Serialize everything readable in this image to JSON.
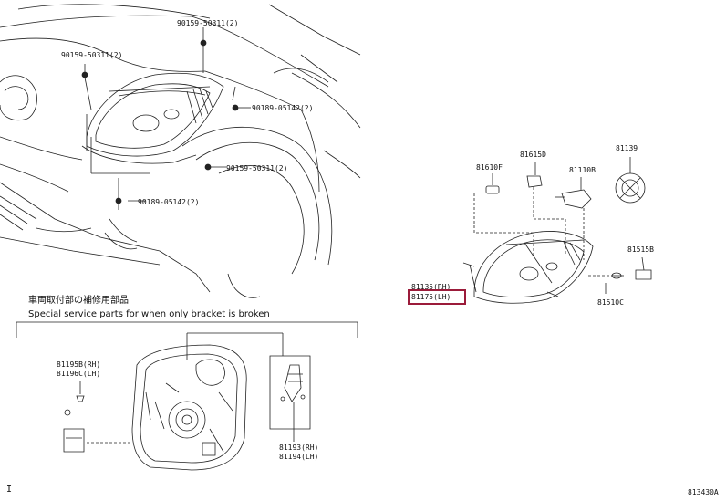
{
  "section_title_jp": "車両取付部の補修用部品",
  "section_title_en": "Special service parts for when only bracket is broken",
  "labels": {
    "p90159_top": "90159-50311(2)",
    "p90159_left": "90159-50311(2)",
    "p90189_right": "90189-05142(2)",
    "p90159_mid": "90159-50311(2)",
    "p90189_low": "90189-05142(2)",
    "p81610": "81610F",
    "p81615": "81615D",
    "p81139": "81139",
    "p81110": "81110B",
    "p81515": "81515B",
    "p81135": "81135(RH)",
    "p81175": "81175(LH)",
    "p81510": "81510C",
    "p81195": "81195B(RH)",
    "p81196": "81196C(LH)",
    "p81193": "81193(RH)",
    "p81194": "81194(LH)"
  },
  "highlighted_part": "81175(LH)",
  "highlight_color": "#9b1b3a",
  "corner_mark": "I",
  "drawing_id": "813430A"
}
